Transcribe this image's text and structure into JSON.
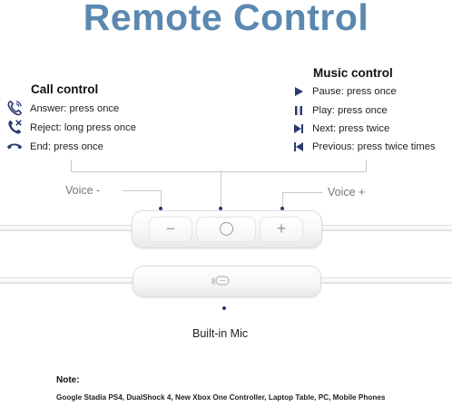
{
  "title": "Remote Control",
  "call_control": {
    "heading": "Call control",
    "items": [
      {
        "icon": "phone-answer-icon",
        "text": "Answer: press once"
      },
      {
        "icon": "phone-reject-icon",
        "text": "Reject: long press once"
      },
      {
        "icon": "phone-end-icon",
        "text": "End: press once"
      }
    ]
  },
  "music_control": {
    "heading": "Music control",
    "items": [
      {
        "icon": "play-icon",
        "text": "Pause: press once"
      },
      {
        "icon": "pause-icon",
        "text": "Play: press once"
      },
      {
        "icon": "next-track-icon",
        "text": "Next: press twice"
      },
      {
        "icon": "previous-track-icon",
        "text": "Previous: press twice times"
      }
    ]
  },
  "remote": {
    "voice_minus": "Voice -",
    "voice_plus": "Voice +",
    "minus_symbol": "−",
    "plus_symbol": "+"
  },
  "mic_label": "Built-in Mic",
  "note": {
    "title": "Note:",
    "text": "Google Stadia PS4, DualShock 4, New Xbox One Controller, Laptop Table, PC, Mobile Phones"
  },
  "colors": {
    "title": "#5a88b0",
    "accent_icons": "#2b3a70"
  }
}
